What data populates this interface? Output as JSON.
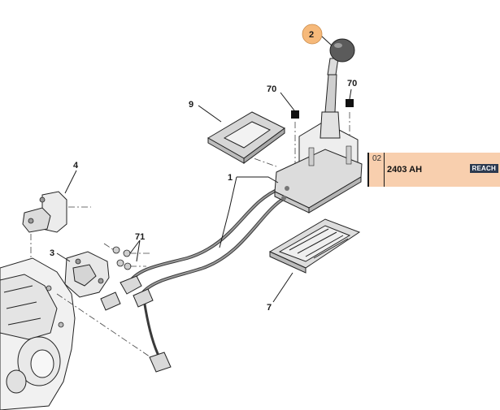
{
  "callouts": {
    "c2": "2",
    "c70a": "70",
    "c70b": "70",
    "c9": "9",
    "c1": "1",
    "c4": "4",
    "c3": "3",
    "c71": "71",
    "c7": "7"
  },
  "reference_panel": {
    "code": "02",
    "part_number": "2403 AH",
    "tag": "REACH"
  },
  "colors": {
    "highlight": "#f6b97a",
    "panel_bg": "#f8cfae",
    "tag_bg": "#2c3a4f"
  }
}
